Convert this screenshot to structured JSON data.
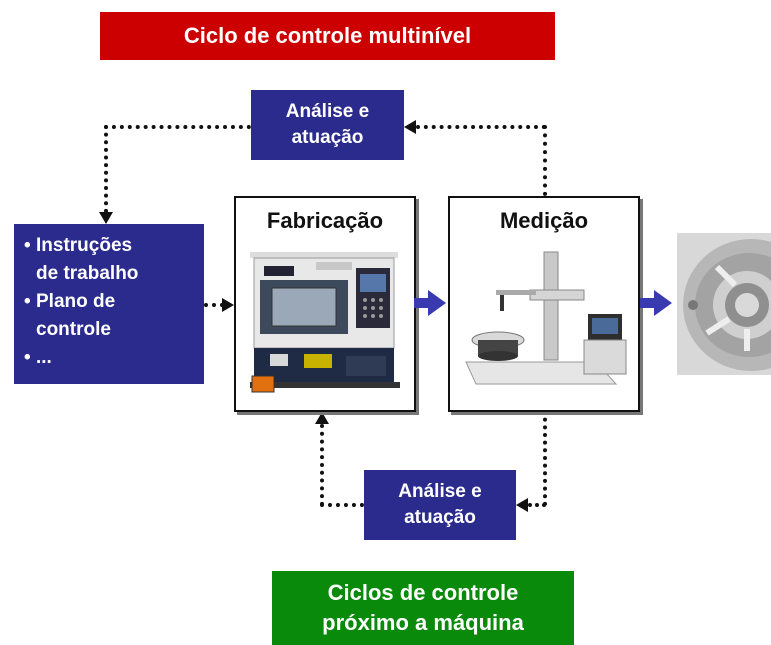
{
  "title_top": "Ciclo de controle multinível",
  "title_bottom": [
    "Ciclos de controle",
    "próximo a máquina"
  ],
  "analysis_top": [
    "Análise e",
    "atuação"
  ],
  "analysis_bottom": [
    "Análise e",
    "atuação"
  ],
  "instructions": {
    "items": [
      "Instruções",
      "Plano de",
      "..."
    ],
    "continuations": [
      "de trabalho",
      "controle"
    ]
  },
  "fabrication": {
    "title": "Fabricação",
    "image": "cnc-lathe-machine"
  },
  "measurement": {
    "title": "Medição",
    "image": "roundness-measuring-instrument"
  },
  "output_image": "machined-metal-part",
  "colors": {
    "red": "#cc0000",
    "green": "#0a8a0a",
    "navy": "#2b2b8e",
    "arrow_blue": "#3a3ab0"
  }
}
